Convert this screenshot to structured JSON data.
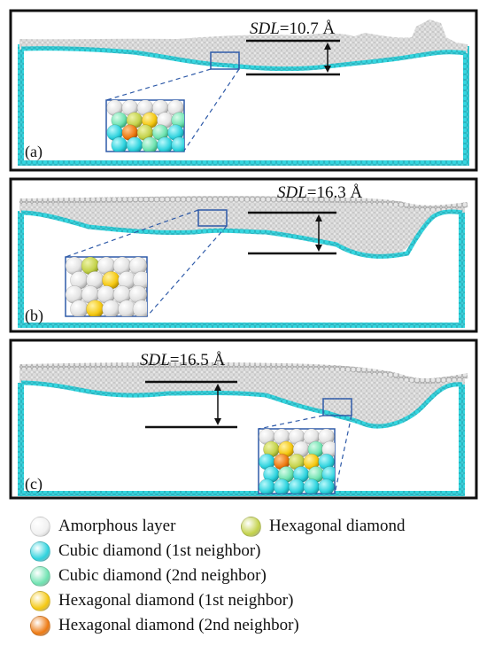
{
  "panels": [
    {
      "id": "a",
      "label": "(a)",
      "sdl_name": "SDL",
      "sdl_value": "=10.7 Å",
      "inset_mix": [
        "hex_2nd",
        "hex_1st",
        "cubic_1st",
        "cubic_2nd",
        "hex_diamond",
        "amorphous"
      ]
    },
    {
      "id": "b",
      "label": "(b)",
      "sdl_name": "SDL",
      "sdl_value": "=16.3 Å",
      "inset_mix": [
        "amorphous",
        "hex_diamond",
        "hex_1st"
      ]
    },
    {
      "id": "c",
      "label": "(c)",
      "sdl_name": "SDL",
      "sdl_value": "=16.5 Å",
      "inset_mix": [
        "hex_2nd",
        "hex_1st",
        "cubic_1st",
        "cubic_2nd",
        "hex_diamond",
        "amorphous"
      ]
    }
  ],
  "legend": [
    {
      "key": "amorphous",
      "label": "Amorphous layer",
      "color": "#ffffff"
    },
    {
      "key": "hex_diamond",
      "label": "Hexagonal diamond",
      "color": "#c3d24a"
    },
    {
      "key": "cubic_1st",
      "label": "Cubic diamond (1st neighbor)",
      "color": "#2ed3de"
    },
    {
      "key": "cubic_2nd",
      "label": "Cubic diamond (2nd neighbor)",
      "color": "#6fe3b1"
    },
    {
      "key": "hex_1st",
      "label": "Hexagonal diamond (1st neighbor)",
      "color": "#f5c811"
    },
    {
      "key": "hex_2nd",
      "label": "Hexagonal diamond (2nd neighbor)",
      "color": "#ee7a12"
    }
  ],
  "colors": {
    "amorphous_fill": "#e4e4e4",
    "frame": "#111111",
    "inset_frame": "#2e5aa8"
  }
}
